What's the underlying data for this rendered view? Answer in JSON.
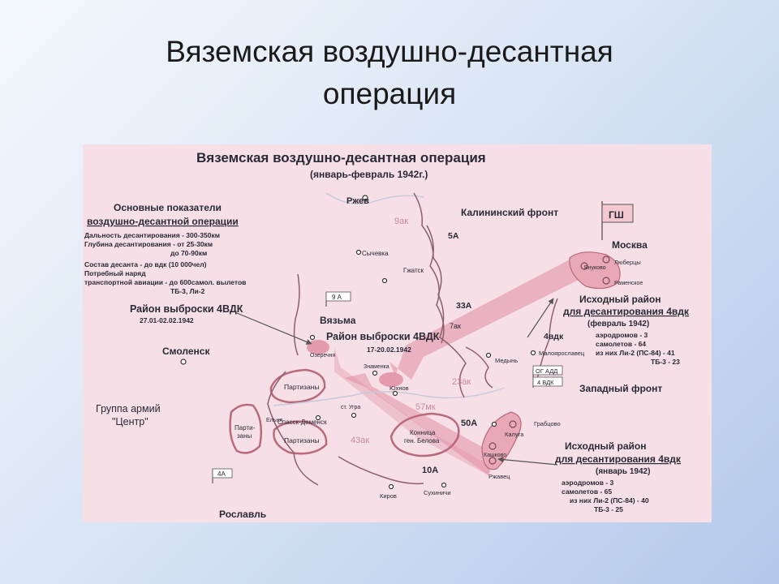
{
  "slide": {
    "title_line1": "Вяземская воздушно-десантная",
    "title_line2": "операция"
  },
  "map": {
    "title": "Вяземская воздушно-десантная операция",
    "subtitle": "(январь-февраль 1942г.)",
    "indicators": {
      "heading1": "Основные показатели",
      "heading2": "воздушно-десантной операции",
      "lines": [
        "Дальность десантирования - 300-350км",
        "Глубина десантирования - от 25-30км",
        "до 70-90км",
        "Состав десанта       - до вдк (10 000чел)",
        "Потребный наряд",
        "транспортной авиации  - до 600самол. вылетов",
        "ТБ-3, Ли-2"
      ]
    },
    "cities": {
      "rzhev": "Ржев",
      "sychevka": "Сычевка",
      "gzhatsk": "Гжатск",
      "vyazma": "Вязьма",
      "smolensk": "Смоленск",
      "moskva": "Москва",
      "lyubertsy": "Люберцы",
      "vnukovo": "Внуково",
      "ramenskoe": "Раменское",
      "medyn": "Медынь",
      "maloyaroslavets": "Малоярославец",
      "znamenka": "Знаменка",
      "yukhnov": "Юхнов",
      "ozerechnya": "Озеречня",
      "elnya": "Ельня",
      "spas_demensk": "Спасск-Деменск",
      "st_ugra": "ст. Угра",
      "grabtsovo": "Грабцово",
      "kaluga": "Калуга",
      "kashkovo": "Кашково",
      "rzhavets": "Ржавец",
      "kirov": "Киров",
      "sukhinichi": "Сухиничи",
      "roslavl": "Рославль"
    },
    "fronts": {
      "kalinin": "Калининский фронт",
      "western": "Западный фронт",
      "army_group_1": "Группа армий",
      "army_group_2": "\"Центр\""
    },
    "armies": {
      "a9": "9ак",
      "a5": "5А",
      "a33": "33А",
      "a7": "7ак",
      "a4vdk": "4вдк",
      "a23": "23ак",
      "a57": "57мк",
      "a50": "50А",
      "a43": "43ак",
      "a10": "10А"
    },
    "flags": {
      "gsh": "ГШ",
      "a9flag": "9 А",
      "a4flag": "4А",
      "og_add": "ОГ АДД",
      "vdk4": "4 ВДК"
    },
    "partisans": {
      "p1": "Партизаны",
      "p2a": "Парти-",
      "p2b": "заны",
      "p3": "Партизаны"
    },
    "cavalry": {
      "line1": "Конница",
      "line2": "ген. Белова"
    },
    "drop1": {
      "label": "Район выброски 4ВДК",
      "dates": "27.01-02.02.1942"
    },
    "drop2": {
      "label": "Район выброски 4ВДК",
      "dates": "17-20.02.1942"
    },
    "origin_feb": {
      "line1": "Исходный район",
      "line2": "для десантирования 4вдк",
      "line3": "(февраль 1942)",
      "s1": "аэродромов - 3",
      "s2": "самолетов - 64",
      "s3": "из них Ли-2 (ПС-84) - 41",
      "s4": "ТБ-3 - 23"
    },
    "origin_jan": {
      "line1": "Исходный район",
      "line2": "для десантирования 4вдк",
      "line3": "(январь 1942)",
      "s1": "аэродромов - 3",
      "s2": "самолетов - 65",
      "s3": "из них Ли-2 (ПС-84) - 40",
      "s4": "ТБ-3 - 25"
    },
    "colors": {
      "background": "#f6dfe6",
      "arrow": "#e08aa0",
      "zone": "#e9a8b6",
      "line": "#8d5f6e"
    }
  }
}
